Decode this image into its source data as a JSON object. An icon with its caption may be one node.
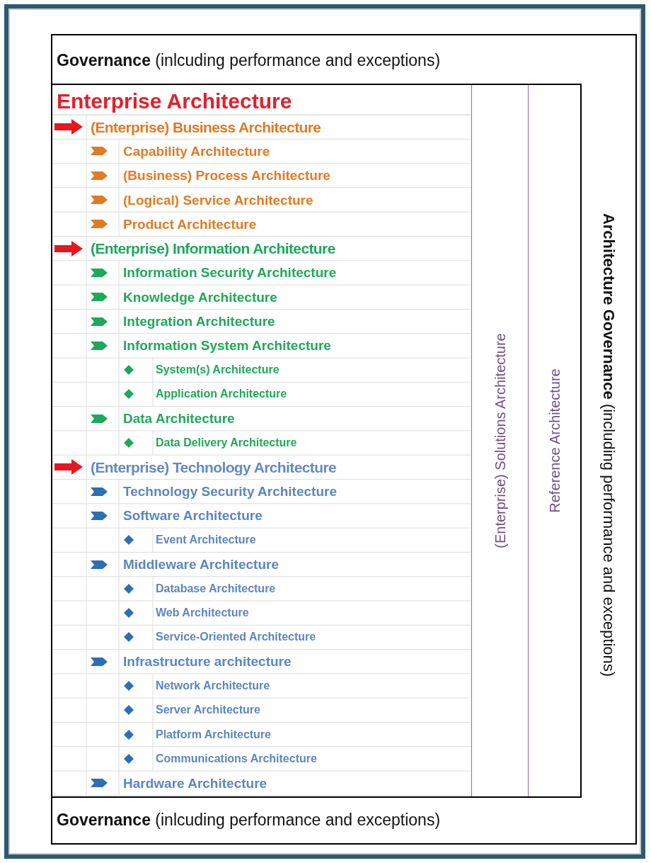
{
  "diagram": {
    "nodes": [
      {
        "text": [
          "**Architecture Governance** (including performance and exceptions)"
        ]
      },
      {
        "text": [
          "**Governance** (inlcuding performance and exceptions)"
        ],
        "in": 0
      },
      {
        "text": [
          "Enterprise Architecture"
        ],
        "in": 0
      },
      {
        "text": [
          "(Enterprise) Solutions Architecture"
        ],
        "in": 2
      },
      {
        "text": [
          "Reference Architecture"
        ],
        "in": 2
      },
      {
        "text": [
          "**Governance** (inlcuding performance and exceptions)"
        ],
        "in": 0
      }
    ],
    "labels": [
      "(Enterprise) Business Architecture",
      "Capability Architecture",
      "(Business) Process Architecture",
      "(Logical) Service Architecture",
      "Product Architecture",
      "(Enterprise) Information Architecture",
      "Information Security Architecture",
      "Knowledge Architecture",
      "Integration Architecture",
      "Information System Architecture",
      "System(s) Architecture",
      "Application Architecture",
      "Data Architecture",
      "Data Delivery Architecture",
      "(Enterprise) Technology Architecture",
      "Technology Security Architecture",
      "Software Architecture",
      "Event Architecture",
      "Middleware Architecture",
      "Database Architecture",
      "Web Architecture",
      "Service-Oriented Architecture",
      "Infrastructure architecture",
      "Network Architecture",
      "Server Architecture",
      "Platform Architecture",
      "Communications Architecture",
      "Hardware Architecture"
    ]
  }
}
